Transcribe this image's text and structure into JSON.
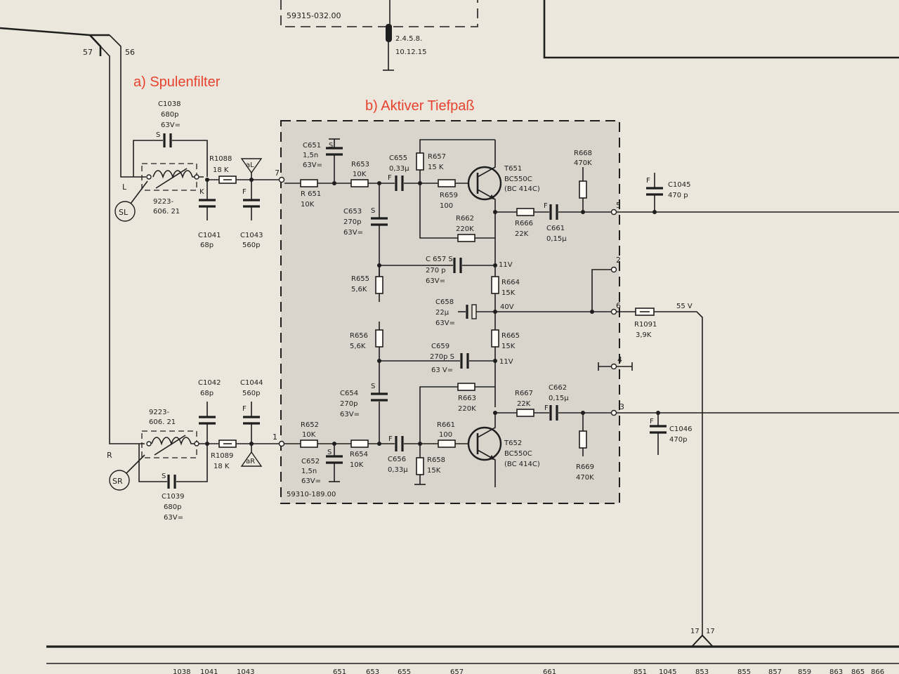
{
  "annotations": {
    "coil_filter": "a) Spulenfilter",
    "active_lowpass": "b) Aktiver Tiefpaß"
  },
  "top_box": {
    "part_number": "59315-032.00",
    "connector_text_1": "2.4.5.8.",
    "connector_text_2": "10.12.15"
  },
  "wires": {
    "w57": "57",
    "w56": "56",
    "L": "L",
    "R": "R",
    "K": "K",
    "v55": "55 V",
    "bus17a": "17",
    "bus17b": "17"
  },
  "module": {
    "part_number": "59310-189.00"
  },
  "pins": {
    "p1": "1",
    "p2": "2",
    "p3": "3",
    "p4": "4",
    "p5": "5",
    "p6": "6",
    "p7": "7"
  },
  "voltages": {
    "v11a": "11V",
    "v40": "40V",
    "v11b": "11V"
  },
  "symbols": {
    "SL": "SL",
    "SR": "SR",
    "aL": "aL",
    "aR": "aR"
  },
  "marks": {
    "S": "S",
    "F": "F"
  },
  "components": {
    "C1038": {
      "ref": "C1038",
      "v1": "680p",
      "v2": "63V="
    },
    "C1039": {
      "ref": "C1039",
      "v1": "680p",
      "v2": "63V="
    },
    "C1041": {
      "ref": "C1041",
      "v1": "68p"
    },
    "C1042": {
      "ref": "C1042",
      "v1": "68p"
    },
    "C1043": {
      "ref": "C1043",
      "v1": "560p"
    },
    "C1044": {
      "ref": "C1044",
      "v1": "560p"
    },
    "C1045": {
      "ref": "C1045",
      "v1": "470 p"
    },
    "C1046": {
      "ref": "C1046",
      "v1": "470p"
    },
    "R1088": {
      "ref": "R1088",
      "v1": "18 K"
    },
    "R1089": {
      "ref": "R1089",
      "v1": "18 K"
    },
    "R1091": {
      "ref": "R1091",
      "v1": "3,9K"
    },
    "coil_L": {
      "ref": "9223-",
      "v1": "606. 21"
    },
    "coil_R": {
      "ref": "9223-",
      "v1": "606. 21"
    },
    "C651": {
      "ref": "C651",
      "v1": "1,5n",
      "v2": "63V="
    },
    "C652": {
      "ref": "C652",
      "v1": "1,5n",
      "v2": "63V="
    },
    "R651": {
      "ref": "R 651",
      "v1": "10K"
    },
    "R652": {
      "ref": "R652",
      "v1": "10K"
    },
    "R653": {
      "ref": "R653",
      "v1": "10K"
    },
    "R654": {
      "ref": "R654",
      "v1": "10K"
    },
    "C653": {
      "ref": "C653",
      "v1": "270p",
      "v2": "63V="
    },
    "C654": {
      "ref": "C654",
      "v1": "270p",
      "v2": "63V="
    },
    "C655": {
      "ref": "C655",
      "v1": "0,33µ"
    },
    "C656": {
      "ref": "C656",
      "v1": "0,33µ"
    },
    "R655": {
      "ref": "R655",
      "v1": "5,6K"
    },
    "R656": {
      "ref": "R656",
      "v1": "5,6K"
    },
    "R657": {
      "ref": "R657",
      "v1": "15 K"
    },
    "R658": {
      "ref": "R658",
      "v1": "15K"
    },
    "R659": {
      "ref": "R659",
      "v1": "100"
    },
    "R661": {
      "ref": "R661",
      "v1": "100"
    },
    "R662": {
      "ref": "R662",
      "v1": "220K"
    },
    "R663": {
      "ref": "R663",
      "v1": "220K"
    },
    "C657": {
      "ref": "C 657 S",
      "v1": "270 p",
      "v2": "63V="
    },
    "C659": {
      "ref": "C659",
      "v1": "270p S",
      "v2": "63 V="
    },
    "C658": {
      "ref": "C658",
      "v1": "22µ",
      "v2": "63V="
    },
    "R664": {
      "ref": "R664",
      "v1": "15K"
    },
    "R665": {
      "ref": "R665",
      "v1": "15K"
    },
    "R666": {
      "ref": "R666",
      "v1": "22K"
    },
    "R667": {
      "ref": "R667",
      "v1": "22K"
    },
    "C661": {
      "ref": "C661",
      "v1": "0,15µ"
    },
    "C662": {
      "ref": "C662",
      "v1": "0,15µ"
    },
    "R668": {
      "ref": "R668",
      "v1": "470K"
    },
    "R669": {
      "ref": "R669",
      "v1": "470K"
    },
    "T651": {
      "ref": "T651",
      "v1": "BC550C",
      "v2": "(BC 414C)"
    },
    "T652": {
      "ref": "T652",
      "v1": "BC550C",
      "v2": "(BC 414C)"
    }
  },
  "footer_refs": [
    "1038",
    "1041",
    "1043",
    "651",
    "653",
    "655",
    "657",
    "661",
    "851",
    "1045",
    "853",
    "855",
    "857",
    "859",
    "863",
    "865",
    "866"
  ]
}
